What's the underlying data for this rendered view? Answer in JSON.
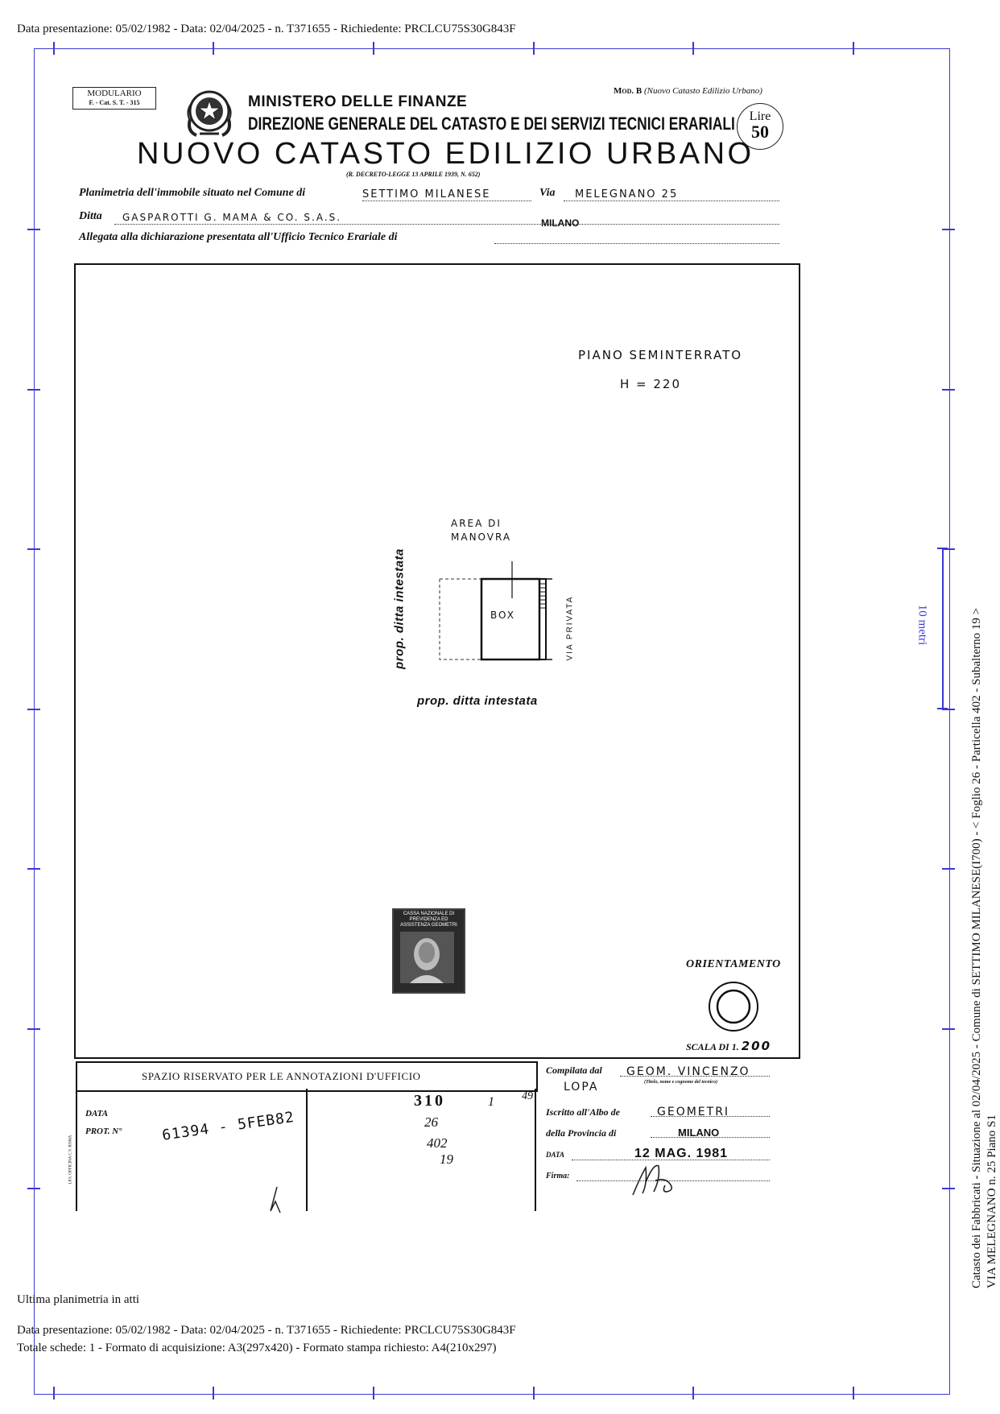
{
  "top_info": "Data presentazione: 05/02/1982 - Data: 02/04/2025 - n. T371655 - Richiedente: PRCLCU75S30G843F",
  "bottom_info": {
    "last_plan": "Ultima planimetria in atti",
    "presentation": "Data presentazione: 05/02/1982 - Data: 02/04/2025 - n. T371655 - Richiedente: PRCLCU75S30G843F",
    "schede": "Totale schede: 1 - Formato di acquisizione: A3(297x420)  - Formato stampa richiesto: A4(210x297)"
  },
  "side_info": {
    "line1": "Catasto dei Fabbricati - Situazione al 02/04/2025 - Comune di SETTIMO MILANESE(I700) - < Foglio 26 - Particella  402 - Subalterno 19 >",
    "line2": "VIA MELEGNANO n. 25 Piano S1",
    "scale_label": "10 metri"
  },
  "form": {
    "modulario_title": "MODULARIO",
    "modulario_code": "F. - Cat. S. T. - 315",
    "mod_b": "Mod. B",
    "mod_b_sub": "(Nuovo Catasto Edilizio Urbano)",
    "ministry": "MINISTERO DELLE FINANZE",
    "direction": "DIREZIONE GENERALE DEL CATASTO E DEI SERVIZI TECNICI ERARIALI",
    "lire_label": "Lire",
    "lire_value": "50",
    "title": "NUOVO CATASTO EDILIZIO URBANO",
    "decree": "(R. DECRETO-LEGGE 13 APRILE 1939, N. 652)",
    "planimetria_label": "Planimetria dell'immobile situato nel Comune di",
    "comune_value": "SETTIMO MILANESE",
    "via_label": "Via",
    "via_value": "MELEGNANO 25",
    "ditta_label": "Ditta",
    "ditta_value": "GASPAROTTI G. MAMA & CO. S.A.S.",
    "allegata_label": "Allegata alla dichiarazione presentata all'Ufficio Tecnico Erariale di",
    "allegata_value": "MILANO"
  },
  "plan": {
    "floor_label": "PIANO SEMINTERRATO",
    "height_label": "H = 220",
    "area_label_1": "AREA DI",
    "area_label_2": "MANOVRA",
    "box_label": "BOX",
    "via_privata": "VIA PRIVATA",
    "prop_left": "prop. ditta intestata",
    "prop_bottom": "prop. ditta intestata",
    "stamp_text": "CASSA NAZIONALE DI PREVIDENZA ED ASSISTENZA GEOMETRI",
    "orientamento": "ORIENTAMENTO",
    "scala_label": "SCALA DI 1.",
    "scala_value": "200"
  },
  "office": {
    "header": "SPAZIO RISERVATO PER LE ANNOTAZIONI D'UFFICIO",
    "data_label": "DATA",
    "prot_label": "PROT. N°",
    "prot_value": "61394 - 5FEB82",
    "side_code": "I.P.S. OFFICINA C.V. ROMA",
    "num1": "310",
    "num1b": "1",
    "num1c": "49",
    "num2": "26",
    "num3": "402",
    "num4": "19"
  },
  "compiler": {
    "compilata_label": "Compilata dal",
    "compilata_value": "GEOM. VINCENZO",
    "compilata_value2": "LOPA",
    "titolo_note": "(Titolo, nome e cognome del tecnico)",
    "iscritto_label": "Iscritto all'Albo de",
    "iscritto_value": "GEOMETRI",
    "provincia_label": "della Provincia di",
    "provincia_value": "MILANO",
    "data_label": "DATA",
    "data_value": "12 MAG. 1981",
    "firma_label": "Firma:"
  }
}
